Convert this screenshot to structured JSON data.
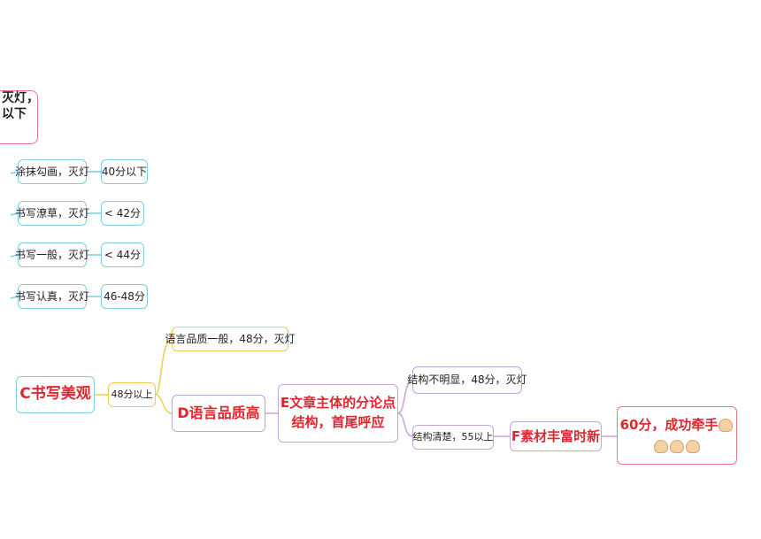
{
  "nodes": {
    "top_clip": {
      "line1": "灭灯，",
      "line2": "以下"
    },
    "b1": "涂抹勾画，灭灯",
    "s1": "40分以下",
    "b2": "书写潦草，灭灯",
    "s2": "< 42分",
    "b3": "书写一般，灭灯",
    "s3": "< 44分",
    "b4": "书写认真，灭灯",
    "s4": "46-48分",
    "c": "C书写美观",
    "c_edge": "48分以上",
    "c_yellow": "语言品质一般，48分，灭灯",
    "d": "D语言品质高",
    "e": {
      "line1": "E文章主体的分论点",
      "line2": "结构，首尾呼应"
    },
    "e_weak": "结构不明显，48分，灭灯",
    "e_strong": "结构清楚，55以上",
    "f": "F素材丰富时新",
    "final": {
      "line1": "60分，成功牵手"
    }
  },
  "icons": [
    "clap-hands-icon",
    "clap-hands-icon",
    "clap-hands-icon",
    "clap-hands-icon"
  ],
  "colors": {
    "cyan_border": "#7ccfe0",
    "yellow_border": "#f0cc52",
    "purple_border": "#c9a3d6",
    "red_border": "#e37a82",
    "accent_red_text": "#e0262e"
  }
}
